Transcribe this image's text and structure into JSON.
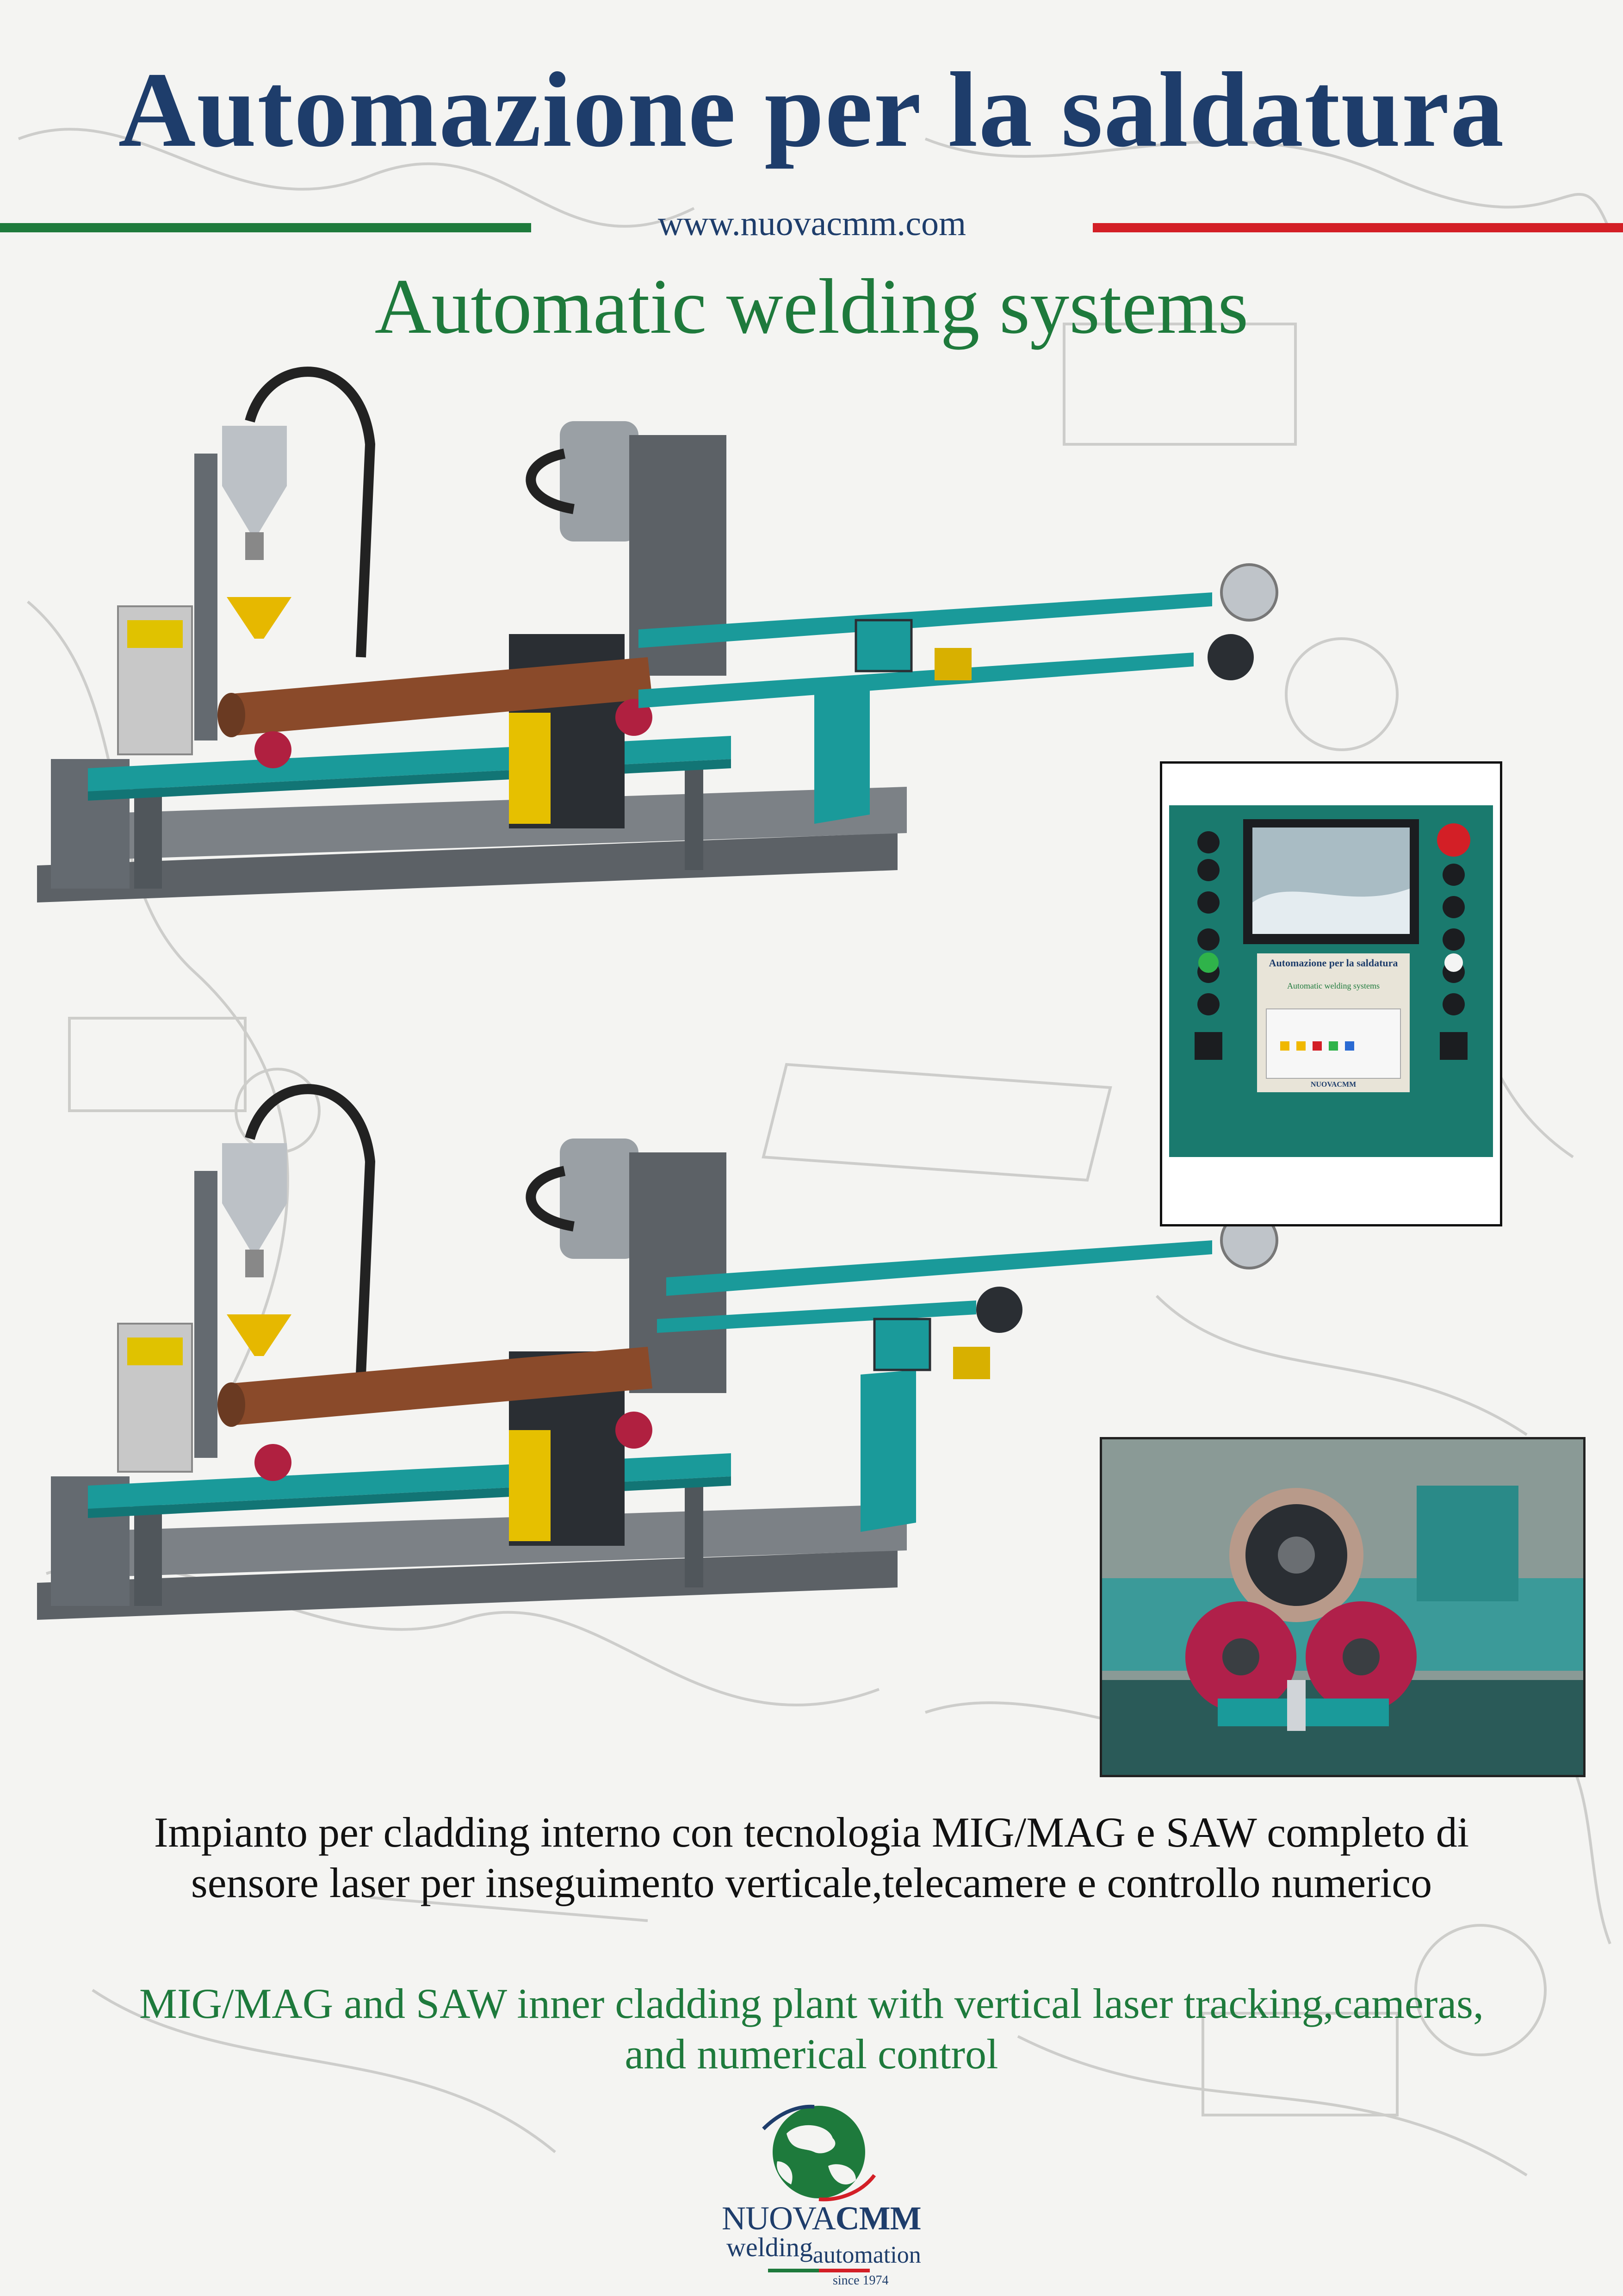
{
  "header": {
    "title": "Automazione per la saldatura",
    "website": "www.nuovacmm.com",
    "subtitle": "Automatic welding systems"
  },
  "panel": {
    "title": "Automazione per la saldatura",
    "subtitle": "Automatic welding systems",
    "brand": "NUOVACMM"
  },
  "description": {
    "it_line1": "Impianto per cladding interno con tecnologia MIG/MAG e SAW completo di",
    "it_line2": "sensore laser per inseguimento verticale,telecamere e controllo numerico",
    "en_line1": "MIG/MAG and SAW inner cladding plant with vertical laser tracking,cameras,",
    "en_line2": "and numerical control"
  },
  "logo": {
    "brand_light": "NUOVA",
    "brand_bold": "CMM",
    "sub_a": "welding",
    "sub_b": "automation",
    "since": "since 1974"
  },
  "colors": {
    "navy": "#1e3d6b",
    "green": "#1e7a3c",
    "red": "#d31f26",
    "teal": "#1a9a9a",
    "rust": "#8a4a2a"
  }
}
